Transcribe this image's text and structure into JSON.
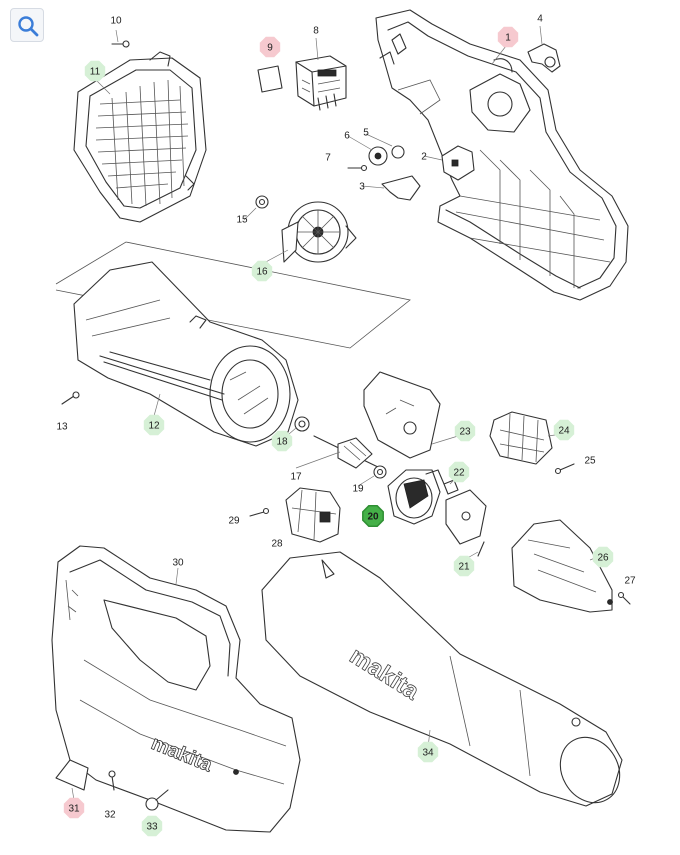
{
  "toolbar": {
    "zoom_icon": "magnifier-icon"
  },
  "brand_text": "makita",
  "colors": {
    "red_badge": "#f6c9cf",
    "red_badge_text": "#333333",
    "green_badge": "#d6f0d6",
    "green_badge_text": "#333333",
    "selected_badge": "#45b048",
    "selected_badge_stroke": "#2f8f33",
    "plain_text": "#222222"
  },
  "callouts": [
    {
      "id": "10",
      "style": "plain"
    },
    {
      "id": "11",
      "style": "green"
    },
    {
      "id": "9",
      "style": "red"
    },
    {
      "id": "8",
      "style": "plain"
    },
    {
      "id": "1",
      "style": "red"
    },
    {
      "id": "4",
      "style": "plain"
    },
    {
      "id": "6",
      "style": "plain"
    },
    {
      "id": "5",
      "style": "plain"
    },
    {
      "id": "7",
      "style": "plain"
    },
    {
      "id": "2",
      "style": "plain"
    },
    {
      "id": "3",
      "style": "plain"
    },
    {
      "id": "15",
      "style": "plain"
    },
    {
      "id": "16",
      "style": "green"
    },
    {
      "id": "13",
      "style": "plain"
    },
    {
      "id": "12",
      "style": "green"
    },
    {
      "id": "18",
      "style": "green"
    },
    {
      "id": "17",
      "style": "plain"
    },
    {
      "id": "19",
      "style": "plain"
    },
    {
      "id": "23",
      "style": "green"
    },
    {
      "id": "24",
      "style": "green"
    },
    {
      "id": "25",
      "style": "plain"
    },
    {
      "id": "22",
      "style": "green"
    },
    {
      "id": "20",
      "style": "selected"
    },
    {
      "id": "29",
      "style": "plain"
    },
    {
      "id": "28",
      "style": "plain"
    },
    {
      "id": "21",
      "style": "green"
    },
    {
      "id": "26",
      "style": "green"
    },
    {
      "id": "27",
      "style": "plain"
    },
    {
      "id": "30",
      "style": "plain"
    },
    {
      "id": "34",
      "style": "green"
    },
    {
      "id": "31",
      "style": "red"
    },
    {
      "id": "32",
      "style": "plain"
    },
    {
      "id": "33",
      "style": "green"
    }
  ]
}
